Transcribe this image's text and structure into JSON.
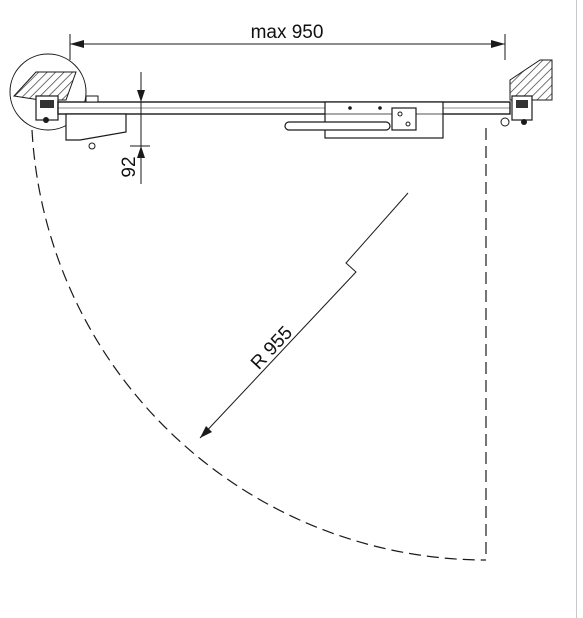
{
  "labels": {
    "width_dimension": "max 950",
    "offset_dimension": "92",
    "radius_dimension": "R 955"
  },
  "colors": {
    "line": "#1a1a1a",
    "hatch": "#333333",
    "fill_light": "#e6e6e6",
    "background": "#ffffff"
  }
}
